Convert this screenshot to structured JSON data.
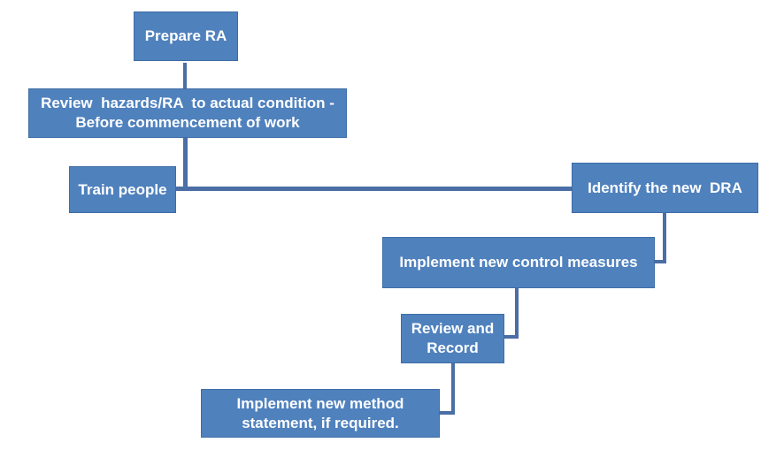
{
  "diagram": {
    "type": "flowchart",
    "colors": {
      "background": "#FFFFFF",
      "box_fill": "#4F81BD",
      "box_border": "#3E6DA6",
      "connector": "#4A6EA5",
      "text": "#FFFFFF"
    },
    "nodes": {
      "prepare_ra": {
        "lines": [
          "Prepare RA"
        ]
      },
      "review_hazards": {
        "lines": [
          "Review  hazards/RA  to actual condition -",
          "Before commencement of work"
        ]
      },
      "train_people": {
        "lines": [
          "Train people"
        ]
      },
      "identify_dra": {
        "lines": [
          "Identify the new  DRA"
        ]
      },
      "implement_control": {
        "lines": [
          "Implement new control measures"
        ]
      },
      "review_record": {
        "lines": [
          "Review and",
          "Record"
        ]
      },
      "implement_method": {
        "lines": [
          "Implement new method",
          "statement, if required."
        ]
      }
    },
    "edges": [
      {
        "from": "prepare_ra",
        "to": "review_hazards"
      },
      {
        "from": "review_hazards",
        "to": "train_people"
      },
      {
        "from": "review_hazards",
        "to": "identify_dra"
      },
      {
        "from": "identify_dra",
        "to": "implement_control"
      },
      {
        "from": "implement_control",
        "to": "review_record"
      },
      {
        "from": "review_record",
        "to": "implement_method"
      }
    ]
  }
}
